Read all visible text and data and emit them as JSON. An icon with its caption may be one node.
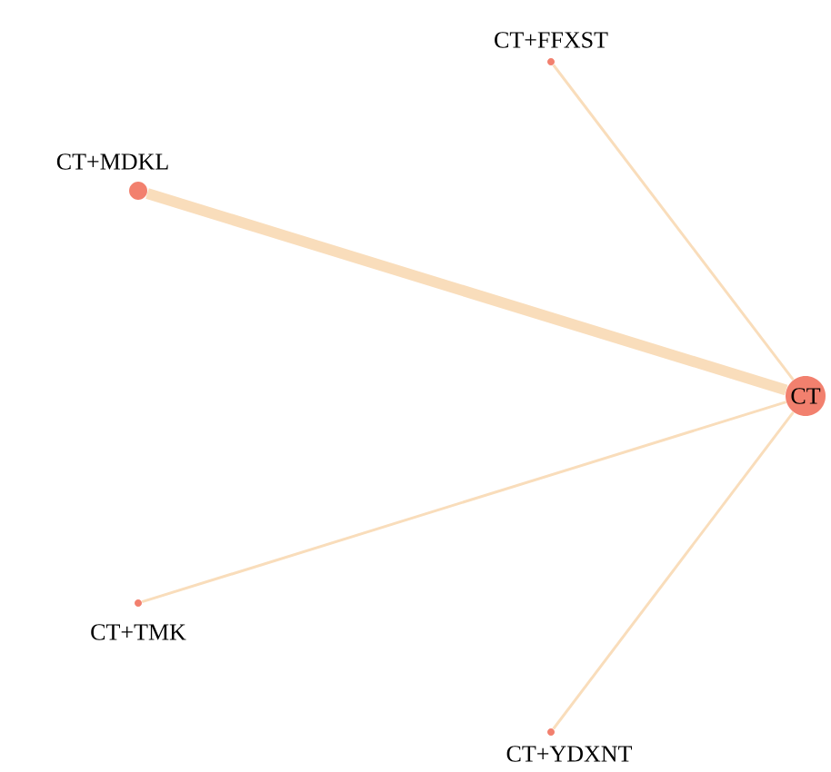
{
  "diagram": {
    "nodes": [
      {
        "text": [
          "CT"
        ]
      },
      {
        "text": [],
        "shape": "circle",
        "beside": [
          "CT+FFXST"
        ]
      },
      {
        "text": [],
        "shape": "circle",
        "beside": [
          "CT+MDKL"
        ]
      },
      {
        "text": [],
        "shape": "circle",
        "beside": [
          "CT+TMK"
        ]
      },
      {
        "text": [],
        "shape": "circle",
        "beside": [
          "CT+YDXNT"
        ]
      }
    ],
    "edges": [
      {
        "from": 0,
        "to": 1,
        "arrow": "none"
      },
      {
        "from": 0,
        "to": 2,
        "arrow": "none",
        "style": "thick"
      },
      {
        "from": 0,
        "to": 3,
        "arrow": "none"
      },
      {
        "from": 0,
        "to": 4,
        "arrow": "none"
      }
    ]
  }
}
